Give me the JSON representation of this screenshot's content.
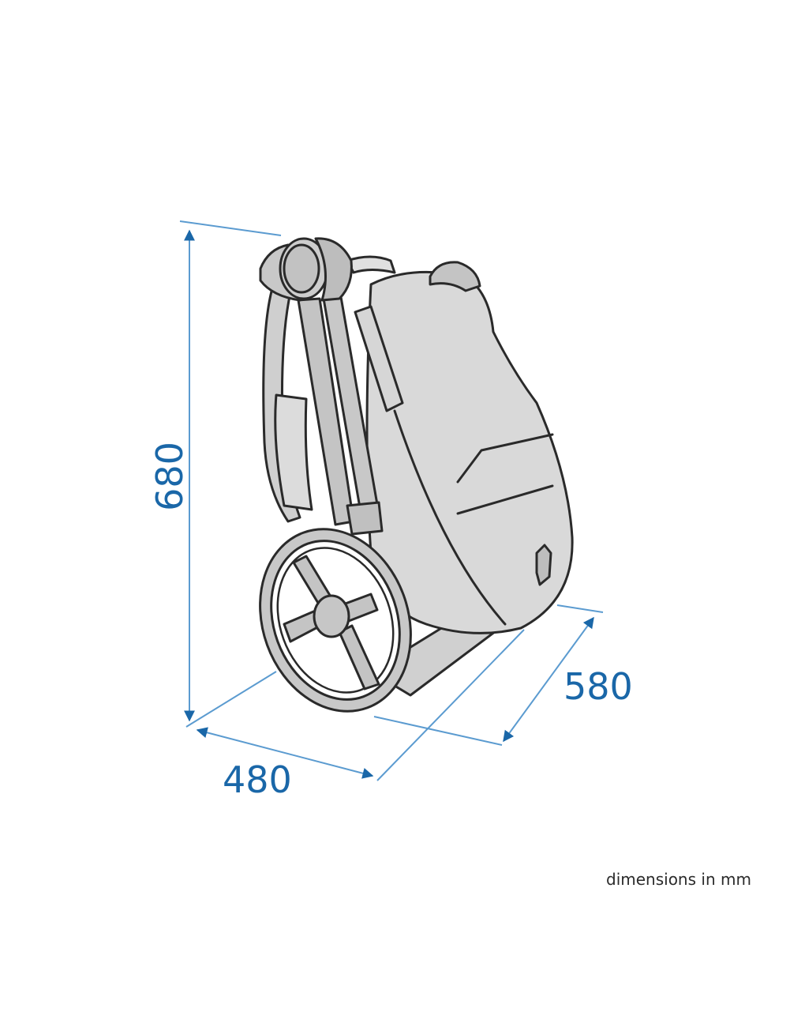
{
  "diagram": {
    "subject": "folded stroller",
    "colors": {
      "dimension_line": "#5b9bd0",
      "dimension_text": "#1a67a8",
      "outline": "#2a2a2a",
      "fill_light": "#d9d9d9",
      "fill_mid": "#c4c4c4",
      "fill_dark": "#b3b3b3",
      "background": "#ffffff"
    },
    "dimensions": {
      "height": {
        "value": "680",
        "orientation": "vertical"
      },
      "width": {
        "value": "480",
        "orientation": "diagonal-left"
      },
      "depth": {
        "value": "580",
        "orientation": "diagonal-right"
      }
    },
    "caption": "dimensions in mm"
  }
}
